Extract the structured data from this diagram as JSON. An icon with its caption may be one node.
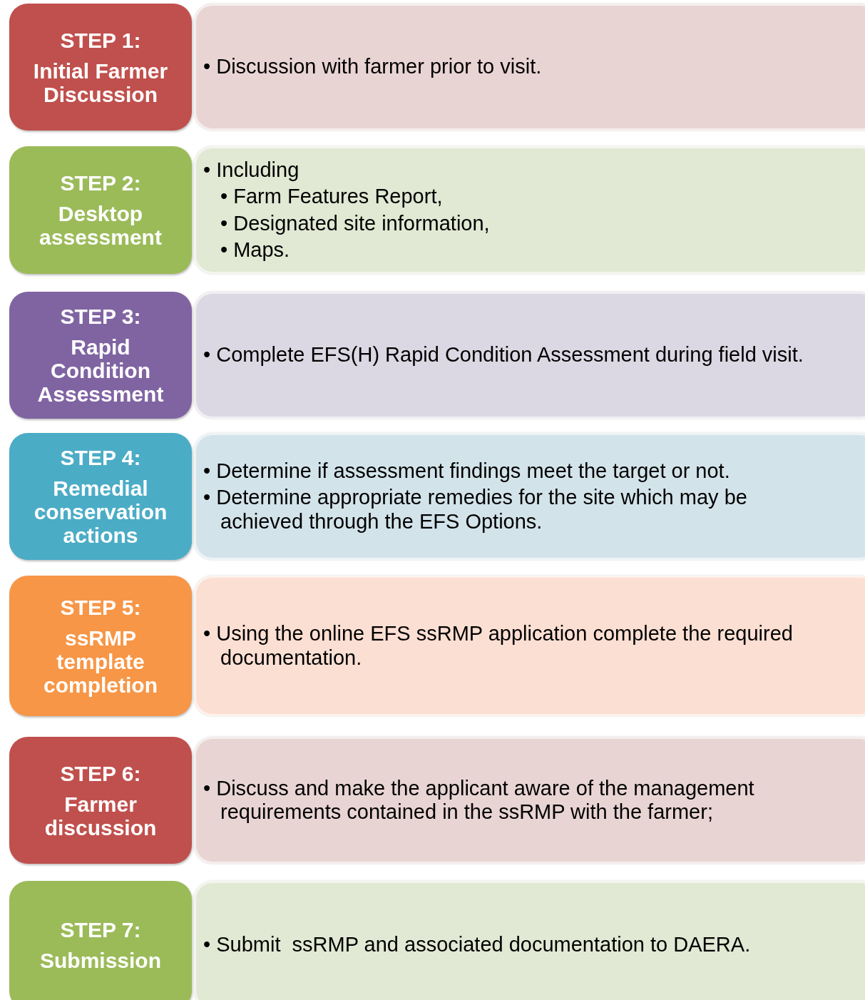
{
  "diagram": {
    "nodes": [
      {
        "text": [
          "STEP 1:",
          "Initial Farmer Discussion"
        ]
      },
      {
        "text": [
          "• Discussion with farmer prior to visit."
        ]
      },
      {
        "text": [
          "STEP 2:",
          "Desktop assessment"
        ]
      },
      {
        "text": [
          "• Including",
          "• Farm Features Report,",
          "• Designated site information,",
          "• Maps."
        ]
      },
      {
        "text": [
          "STEP 3:",
          "Rapid Condition Assessment"
        ]
      },
      {
        "text": [
          "• Complete EFS(H) Rapid Condition Assessment during field visit."
        ]
      },
      {
        "text": [
          "STEP 4:",
          "Remedial conservation actions"
        ]
      },
      {
        "text": [
          "• Determine if assessment findings meet the target or not.",
          "• Determine appropriate remedies for the site which may be achieved through the EFS Options."
        ]
      },
      {
        "text": [
          "STEP 5:",
          "ssRMP template completion"
        ]
      },
      {
        "text": [
          "• Using the online EFS ssRMP application complete the required documentation."
        ]
      },
      {
        "text": [
          "STEP 6:",
          "Farmer discussion"
        ]
      },
      {
        "text": [
          "• Discuss and make the applicant aware of the management requirements contained in the ssRMP with the farmer;"
        ]
      },
      {
        "text": [
          "STEP 7:",
          "Submission"
        ]
      },
      {
        "text": [
          "• Submit  ssRMP and associated documentation to DAERA."
        ]
      }
    ],
    "edges": []
  }
}
